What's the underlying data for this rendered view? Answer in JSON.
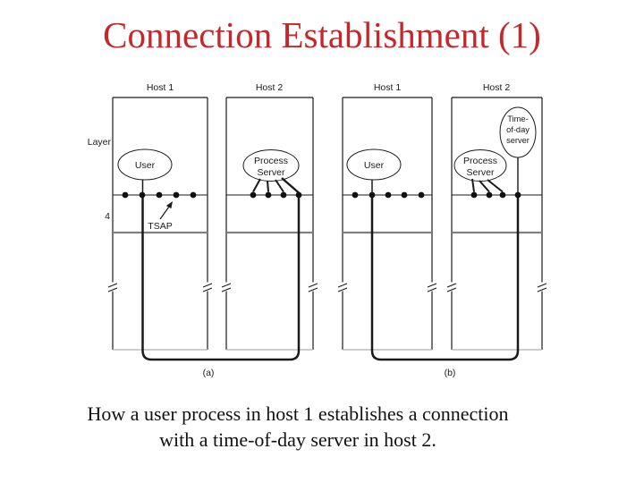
{
  "title": "Connection Establishment (1)",
  "caption": {
    "line1": "How a user process in host 1 establishes a connection",
    "line2": "with a time-of-day server in host 2."
  },
  "colors": {
    "title_red": "#c7262b",
    "diagram_line": "#1a1a1a",
    "layer_boundary_gray": "#808080",
    "box_bottom_gray": "#bdbdbd"
  },
  "diagram": {
    "panel_a": {
      "caption": "(a)",
      "host1_label": "Host 1",
      "host2_label": "Host 2",
      "layer_label": "Layer",
      "layer_number": "4",
      "tsap_label": "TSAP",
      "user_label": "User",
      "process_server_line1": "Process",
      "process_server_line2": "Server"
    },
    "panel_b": {
      "caption": "(b)",
      "host1_label": "Host 1",
      "host2_label": "Host 2",
      "user_label": "User",
      "process_server_line1": "Process",
      "process_server_line2": "Server",
      "tod_line1": "Time-",
      "tod_line2": "of-day",
      "tod_line3": "server"
    }
  }
}
